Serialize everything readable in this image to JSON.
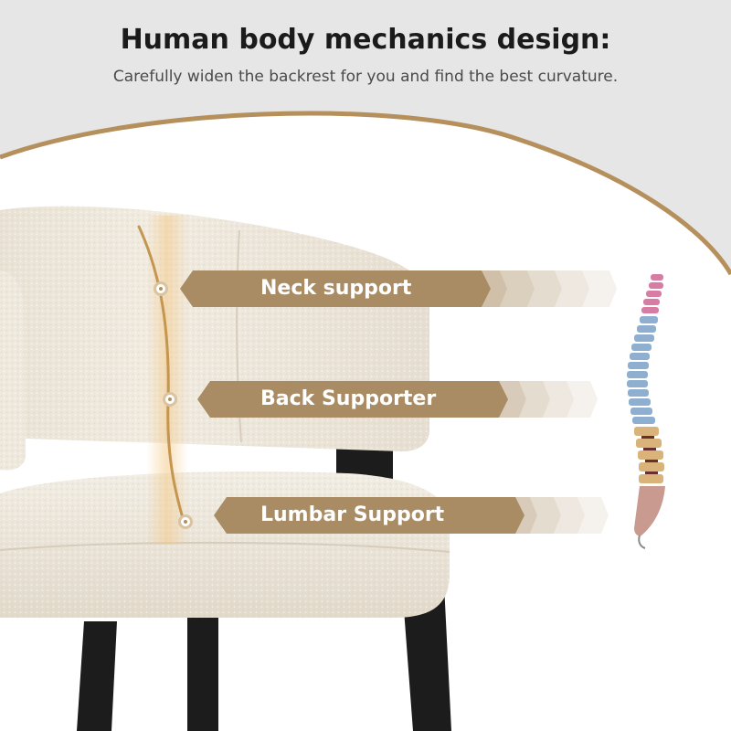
{
  "header": {
    "title": "Human body mechanics design:",
    "subtitle": "Carefully widen the backrest for you and find the best curvature."
  },
  "callouts": [
    {
      "label": "Neck support"
    },
    {
      "label": "Back Supporter"
    },
    {
      "label": "Lumbar Support"
    }
  ],
  "colors": {
    "callout_bg": "#a98c64",
    "accent_gold": "#b58f5c",
    "upholstery": "#ede6d9",
    "legs": "#1c1c1c",
    "spine_cervical": "#d97ca3",
    "spine_thoracic": "#8eafd0",
    "spine_lumbar": "#d9b37a",
    "spine_sacrum": "#c99a8f"
  },
  "icons": {
    "spine": "spine-illustration-icon",
    "chevrons": "chevron-arrow-icon"
  }
}
